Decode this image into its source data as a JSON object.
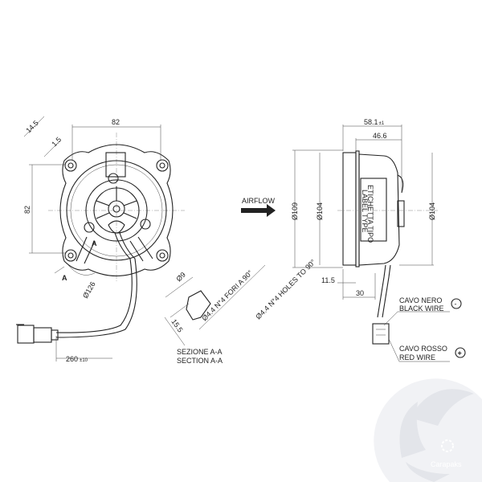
{
  "front_view": {
    "dim_flange_width": "14.5",
    "dim_flange_thickness": "1.5",
    "dim_hole_spacing_horizontal": "82",
    "dim_hole_spacing_vertical": "82",
    "section_marker_1": "A",
    "section_marker_2": "A",
    "dim_diameter_outer": "Ø126",
    "dim_cable_length": "260",
    "dim_cable_length_tol": "±10"
  },
  "section_view": {
    "dim_diameter": "Ø9",
    "dim_depth": "15.5",
    "holes_note_it": "Ø4.4 N°4 FORI A 90°",
    "holes_note_en": "Ø4.4 N°4 HOLES TO 90°",
    "title_it": "SEZIONE A-A",
    "title_en": "SECTION A-A"
  },
  "airflow_label": "AIRFLOW",
  "side_view": {
    "dim_total_depth": "58.1",
    "dim_total_depth_tol": "±1",
    "dim_body_depth": "46.6",
    "dim_diameter_shroud": "Ø109",
    "dim_diameter_body": "Ø104",
    "dim_diameter_rear": "Ø104",
    "dim_flange_offset": "11.5",
    "dim_cable_offset": "30",
    "label_it": "ETICHETTA TIPO",
    "label_en": "LABEL TYPE"
  },
  "wires": {
    "black_it": "CAVO NERO",
    "black_en": "BLACK WIRE",
    "black_symbol": "-",
    "red_it": "CAVO ROSSO",
    "red_en": "RED WIRE",
    "red_symbol": "+"
  },
  "logo": {
    "text": "Carapaks",
    "color": "#e3e5ea"
  }
}
